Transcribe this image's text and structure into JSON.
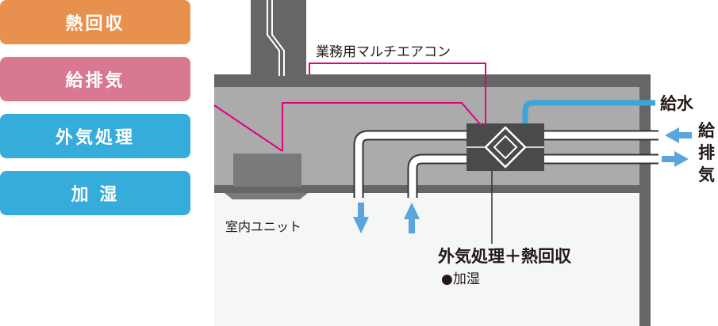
{
  "legend": [
    {
      "label": "熱回収",
      "color": "#E8904E"
    },
    {
      "label": "給排気",
      "color": "#D97891"
    },
    {
      "label": "外気処理",
      "color": "#35ACDA"
    },
    {
      "label": "加 湿",
      "color": "#35ACDA"
    }
  ],
  "diagram": {
    "multi_aircon_label": "業務用マルチエアコン",
    "indoor_unit_label": "室内ユニット",
    "water_supply_label": "給水",
    "supply_exhaust_chars": [
      "給",
      "排",
      "気"
    ],
    "unit_title": "外気処理＋熱回収",
    "unit_sub": "●加湿"
  },
  "colors": {
    "building": "#666666",
    "ceiling": "#ABABAB",
    "room": "#F5F6F6",
    "device": "#4A4A4A",
    "leader": "#E4007F",
    "water": "#3DA5DC",
    "arrow": "#5BA5DC"
  }
}
